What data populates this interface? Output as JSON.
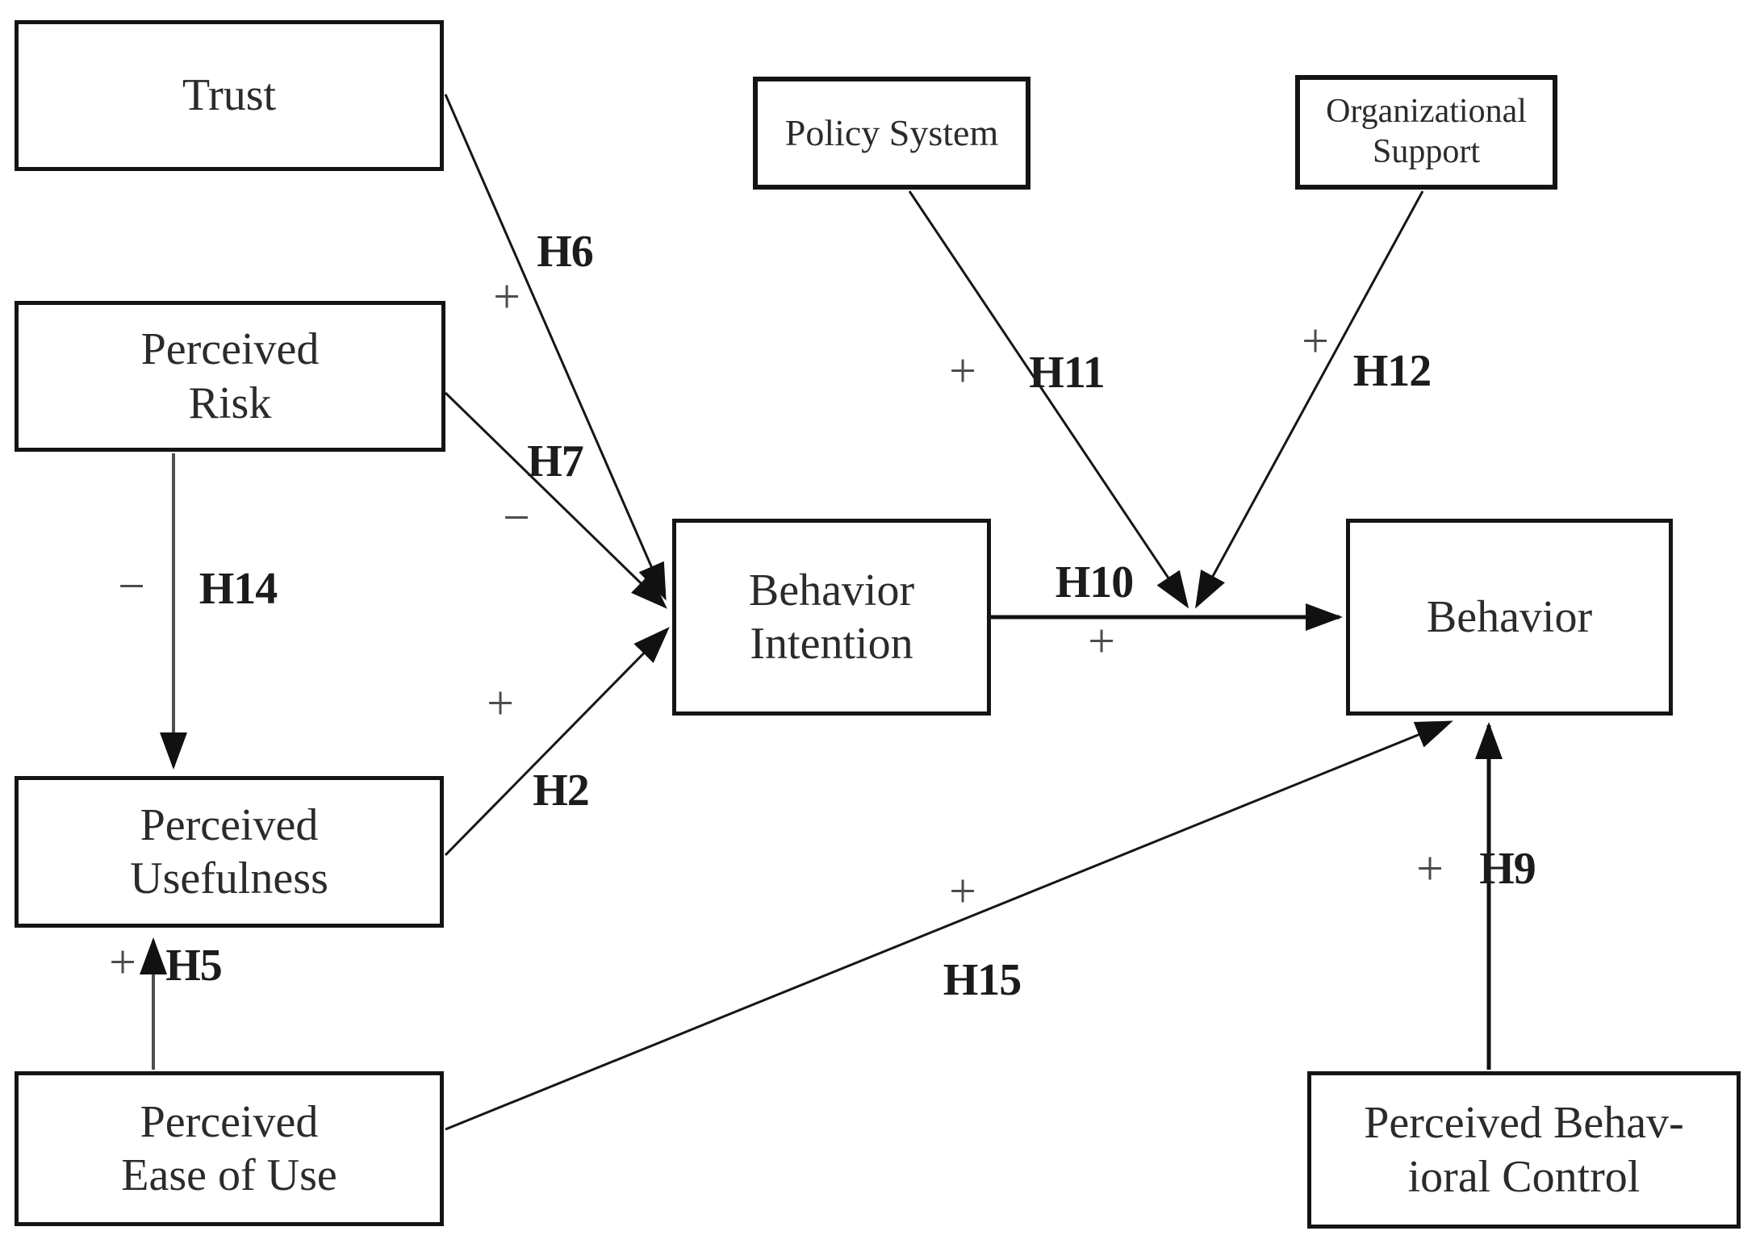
{
  "figure": {
    "type": "path-diagram",
    "background_color": "#ffffff",
    "line_color": "#161616",
    "sign_color": "#4c4c4c",
    "nodes": [
      {
        "id": "trust",
        "label": "Trust"
      },
      {
        "id": "perceived-risk",
        "label": "Perceived\nRisk"
      },
      {
        "id": "perceived-usefulness",
        "label": "Perceived\nUsefulness"
      },
      {
        "id": "perceived-ease-of-use",
        "label": "Perceived\nEase of Use"
      },
      {
        "id": "policy-system",
        "label": "Policy System"
      },
      {
        "id": "organizational-support",
        "label": "Organizational\nSupport"
      },
      {
        "id": "behavior-intention",
        "label": "Behavior\nIntention"
      },
      {
        "id": "behavior",
        "label": "Behavior"
      },
      {
        "id": "perceived-behavioral-control",
        "label": "Perceived Behav-\nioral Control"
      }
    ],
    "edges": [
      {
        "label": "H6",
        "sign": "+",
        "from": "trust",
        "to": "behavior-intention"
      },
      {
        "label": "H7",
        "sign": "−",
        "from": "perceived-risk",
        "to": "behavior-intention"
      },
      {
        "label": "H14",
        "sign": "−",
        "from": "perceived-risk",
        "to": "perceived-usefulness"
      },
      {
        "label": "H2",
        "sign": "+",
        "from": "perceived-usefulness",
        "to": "behavior-intention"
      },
      {
        "label": "H5",
        "sign": "+",
        "from": "perceived-ease-of-use",
        "to": "perceived-usefulness"
      },
      {
        "label": "H10",
        "sign": "+",
        "from": "behavior-intention",
        "to": "behavior"
      },
      {
        "label": "H11",
        "sign": "+",
        "from": "policy-system",
        "to": "behavior-intention-behavior-link"
      },
      {
        "label": "H12",
        "sign": "+",
        "from": "organizational-support",
        "to": "behavior-intention-behavior-link"
      },
      {
        "label": "H9",
        "sign": "+",
        "from": "perceived-behavioral-control",
        "to": "behavior"
      },
      {
        "label": "H15",
        "sign": "+",
        "from": "perceived-ease-of-use",
        "to": "behavior"
      }
    ]
  }
}
